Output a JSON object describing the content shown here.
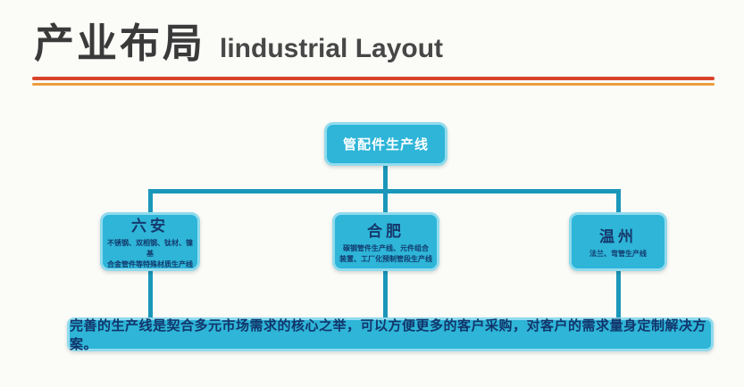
{
  "header": {
    "title_zh": "产业布局",
    "title_en": "lindustrial Layout"
  },
  "diagram": {
    "root": {
      "label": "管配件生产线"
    },
    "nodes": [
      {
        "name": "六安",
        "desc": "不锈钢、双相钢、钛材、镍基\n合金管件等特殊材质生产线"
      },
      {
        "name": "合肥",
        "desc": "碳钢管件生产线、元件组合\n装置、工厂化预制管段生产线"
      },
      {
        "name": "温州",
        "desc": "法兰、弯管生产线"
      }
    ],
    "footer": "完善的生产线是契合多元市场需求的核心之举，可以方便更多的客户采购，对客户的需求量身定制解决方案。"
  },
  "colors": {
    "box_fill": "#2eb5d8",
    "box_border": "#90dbee",
    "connector": "#1b97ba",
    "navy_text": "#123a6d",
    "divider_top": "#d8432b",
    "divider_bottom": "#ec9d3e"
  }
}
